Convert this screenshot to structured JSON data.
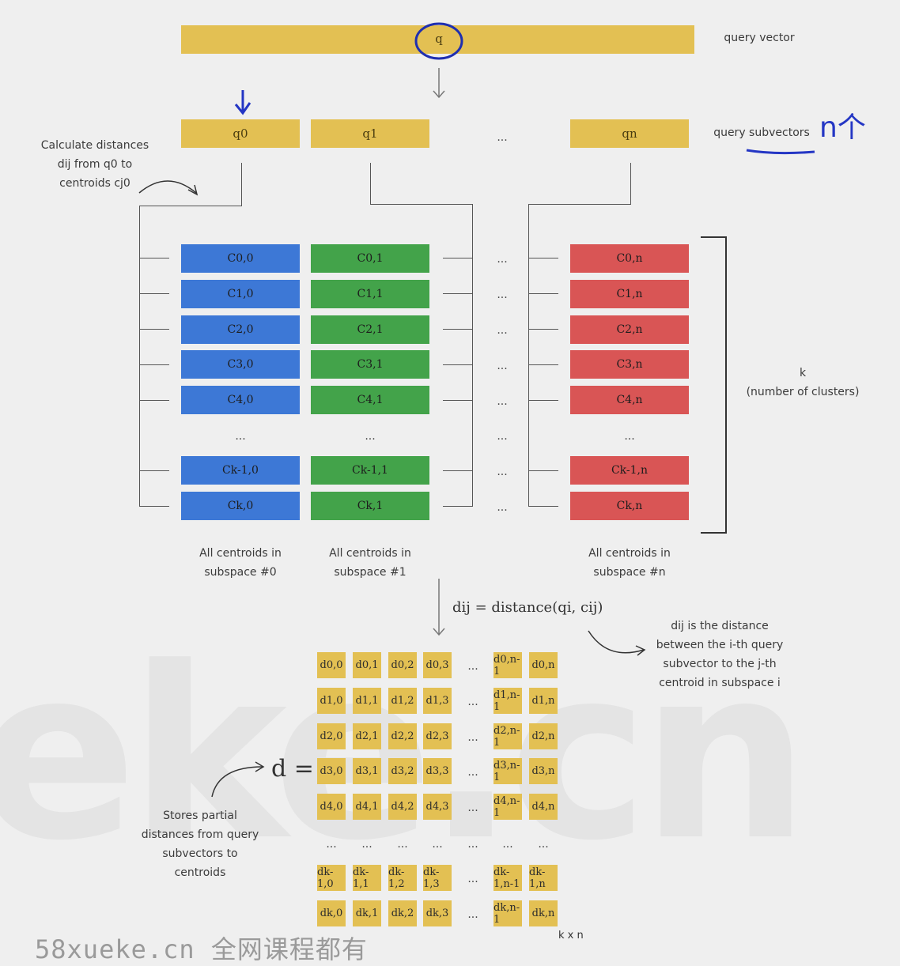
{
  "query": {
    "cell": "q",
    "label": "query vector"
  },
  "subvectors": {
    "labels": [
      "q0",
      "q1",
      "qn"
    ],
    "dots": "...",
    "label": "query subvectors",
    "annotation": "n个"
  },
  "calc_note": [
    "Calculate distances",
    "dij from q0 to",
    "centroids cj0"
  ],
  "centroids": {
    "col0": [
      "C0,0",
      "C1,0",
      "C2,0",
      "C3,0",
      "C4,0",
      "Ck-1,0",
      "Ck,0"
    ],
    "col1": [
      "C0,1",
      "C1,1",
      "C2,1",
      "C3,1",
      "C4,1",
      "Ck-1,1",
      "Ck,1"
    ],
    "coln": [
      "C0,n",
      "C1,n",
      "C2,n",
      "C3,n",
      "C4,n",
      "Ck-1,n",
      "Ck,n"
    ],
    "dots": "...",
    "captions": [
      [
        "All centroids in",
        "subspace #0"
      ],
      [
        "All centroids in",
        "subspace #1"
      ],
      [
        "All centroids in",
        "subspace #n"
      ]
    ],
    "k_label": [
      "k",
      "(number of clusters)"
    ]
  },
  "formula": "dij = distance(qi, cij)",
  "formula_note": [
    "dij is the distance",
    "between the i-th query",
    "subvector to the j-th",
    "centroid in subspace i"
  ],
  "matrix": {
    "eq": "d =",
    "rows": [
      [
        "d0,0",
        "d0,1",
        "d0,2",
        "d0,3",
        "d0,n-1",
        "d0,n"
      ],
      [
        "d1,0",
        "d1,1",
        "d1,2",
        "d1,3",
        "d1,n-1",
        "d1,n"
      ],
      [
        "d2,0",
        "d2,1",
        "d2,2",
        "d2,3",
        "d2,n-1",
        "d2,n"
      ],
      [
        "d3,0",
        "d3,1",
        "d3,2",
        "d3,3",
        "d3,n-1",
        "d3,n"
      ],
      [
        "d4,0",
        "d4,1",
        "d4,2",
        "d4,3",
        "d4,n-1",
        "d4,n"
      ],
      [
        "dk-1,0",
        "dk-1,1",
        "dk-1,2",
        "dk-1,3",
        "dk-1,n-1",
        "dk-1,n"
      ],
      [
        "dk,0",
        "dk,1",
        "dk,2",
        "dk,3",
        "dk,n-1",
        "dk,n"
      ]
    ],
    "dots": "...",
    "size_label": "k x n",
    "note": [
      "Stores partial",
      "distances from query",
      "subvectors to",
      "centroids"
    ]
  },
  "watermark": "58xueke.cn 全网课程都有",
  "bg_watermark": "eke.cn"
}
